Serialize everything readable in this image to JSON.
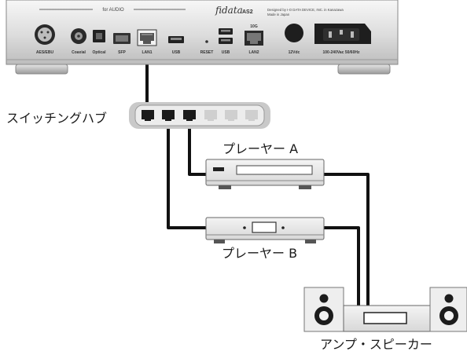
{
  "labels": {
    "switching_hub": "スイッチングハブ",
    "player_a": "プレーヤー A",
    "player_b": "プレーヤー B",
    "amp_speaker": "アンプ・スピーカー"
  },
  "server_panel": {
    "header": "for AUDIO",
    "brand": "fidata",
    "model": "AS2",
    "designed_by": "Designed by I-O DATA DEVICE, INC. in Kanazawa",
    "made_in": "Made in Japan",
    "ports": {
      "aes_ebu": "AES/EBU",
      "coaxial": "Coaxial",
      "optical": "Optical",
      "sfp": "SFP",
      "lan1": "LAN1",
      "usb1": "USB",
      "reset": "RESET",
      "usb2": "USB",
      "lan2_top": "10G",
      "lan2": "LAN2",
      "dc_in": "12Vdc",
      "ac_in": "100-240Vac 50/60Hz"
    }
  },
  "colors": {
    "cable": "#111111",
    "device_fill": "#eeeeee",
    "device_stroke": "#666666",
    "port_active": "#1a1a1a",
    "port_idle": "#cfcfcf"
  }
}
